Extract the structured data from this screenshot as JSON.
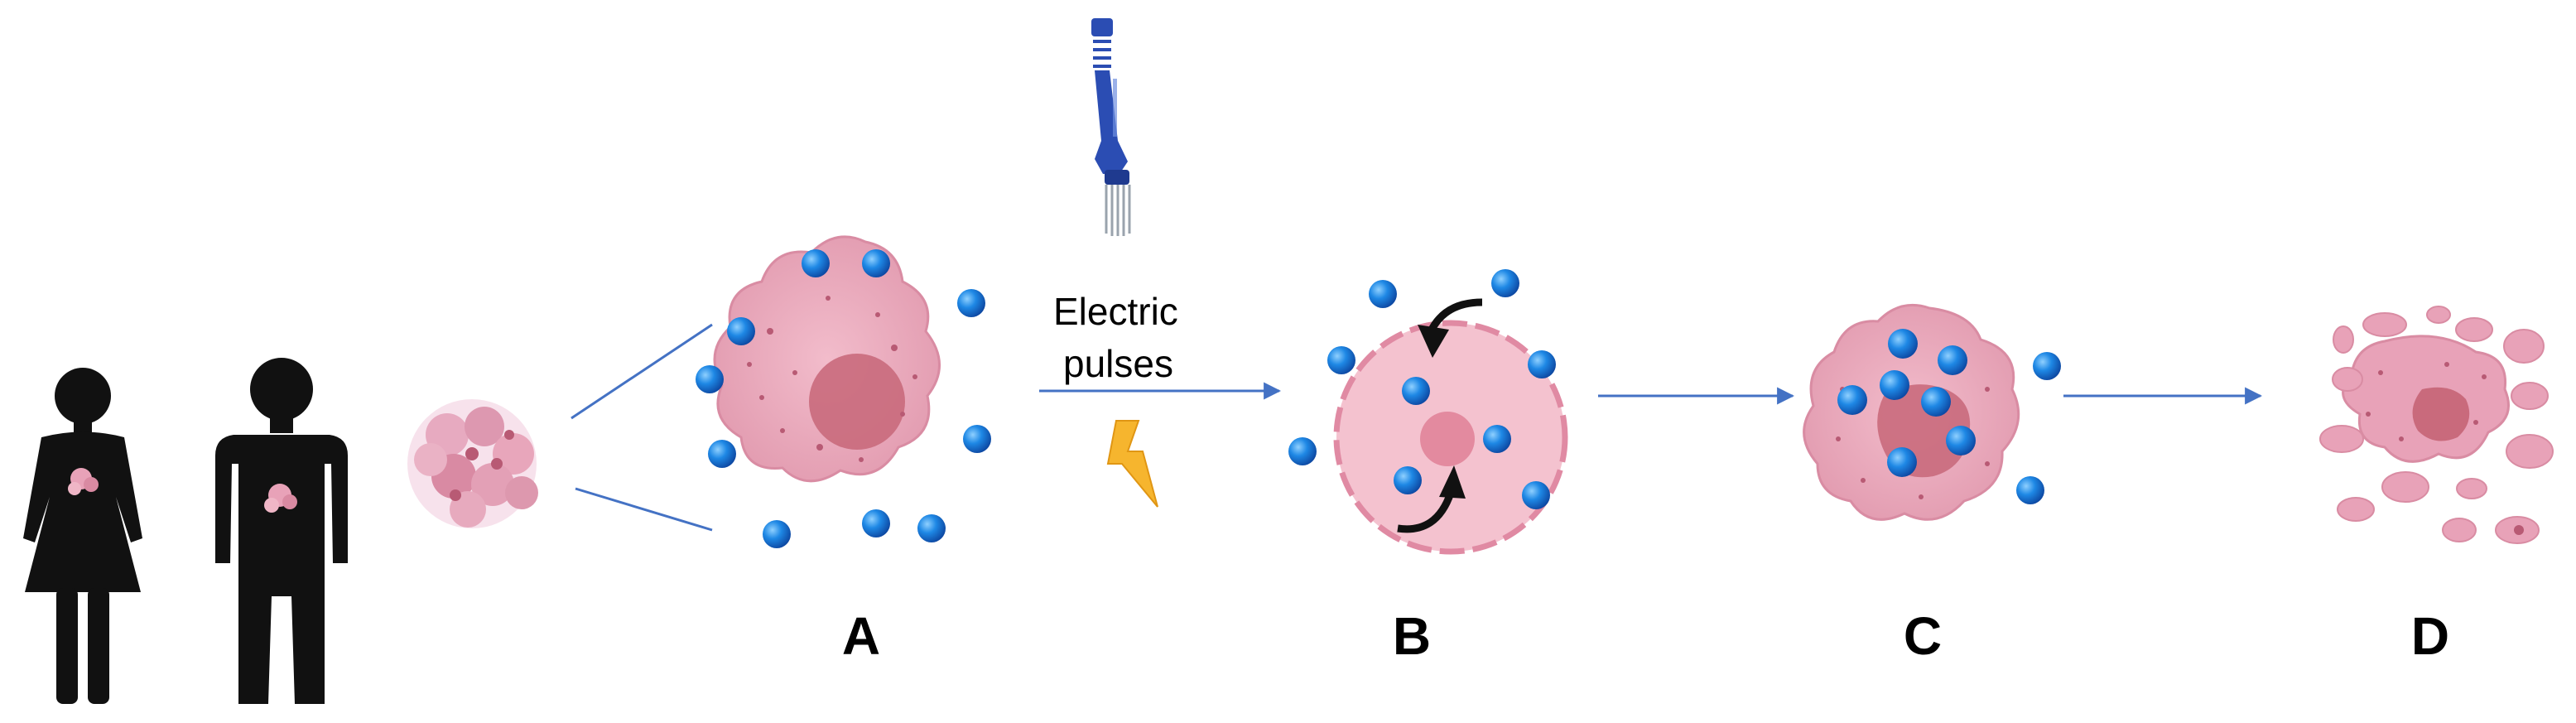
{
  "labels": {
    "pulse_line1": "Electric",
    "pulse_line2": "pulses",
    "stage_a": "A",
    "stage_b": "B",
    "stage_c": "C",
    "stage_d": "D"
  },
  "colors": {
    "arrow": "#4472C4",
    "drug_sphere": "#1E88E5",
    "cell_body": "#E8A2B8",
    "cell_nucleus": "#C96A7C",
    "silhouette": "#111111",
    "electrode": "#2B4DB3",
    "lightning": "#F6B52E"
  },
  "icons": [
    "female-silhouette-icon",
    "male-silhouette-icon",
    "electrode-icon",
    "lightning-icon",
    "rotation-arrow-icon"
  ]
}
